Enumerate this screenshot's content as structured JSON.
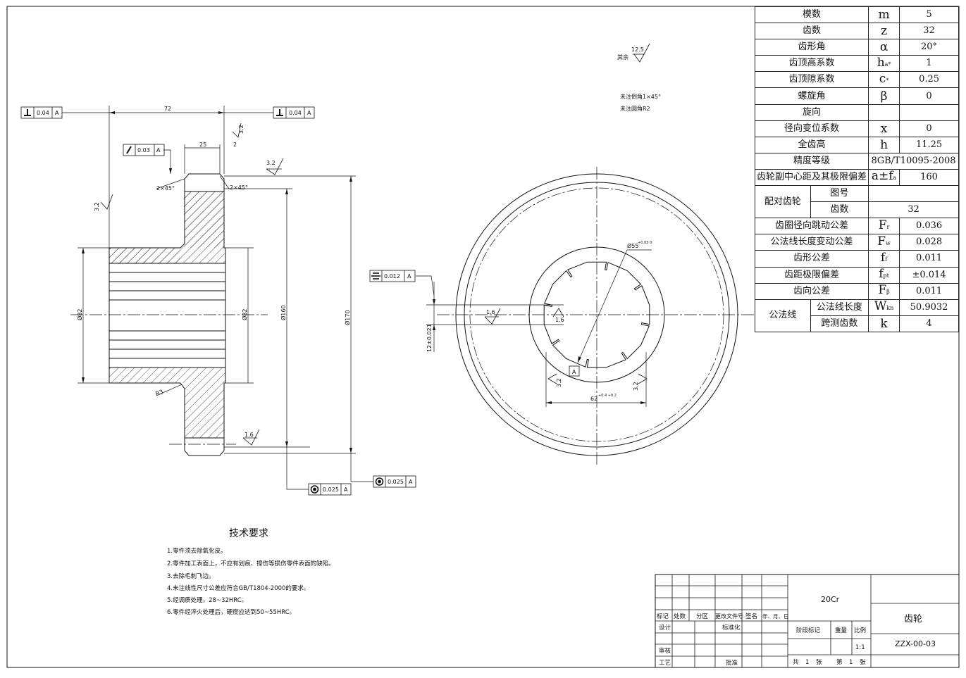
{
  "params": [
    {
      "name": "模数",
      "sym": "m",
      "val": "5"
    },
    {
      "name": "齿数",
      "sym": "z",
      "val": "32"
    },
    {
      "name": "齿形角",
      "sym": "α",
      "val": "20°"
    },
    {
      "name": "齿顶高系数",
      "sym": "h",
      "sub": "a*",
      "val": "1"
    },
    {
      "name": "齿顶隙系数",
      "sym": "c",
      "sub": "*",
      "val": "0.25"
    },
    {
      "name": "螺旋角",
      "sym": "β",
      "val": "0"
    },
    {
      "name": "旋向",
      "sym": "",
      "val": ""
    },
    {
      "name": "径向变位系数",
      "sym": "x",
      "val": "0"
    },
    {
      "name": "全齿高",
      "sym": "h",
      "val": "11.25"
    },
    {
      "name": "精度等级",
      "merged_val": "8GB/T10095-2008"
    },
    {
      "name": "齿轮副中心距及其极限偏差",
      "sym": "a±f",
      "sub": "a",
      "val": "160"
    },
    {
      "group": "配对齿轮",
      "label": "图号",
      "merged_val": ""
    },
    {
      "group": "配对齿轮",
      "label": "齿数",
      "merged_val": "32"
    },
    {
      "name": "齿圈径向跳动公差",
      "sym": "F",
      "sub": "r",
      "val": "0.036"
    },
    {
      "name": "公法线长度变动公差",
      "sym": "F",
      "sub": "w",
      "val": "0.028"
    },
    {
      "name": "齿形公差",
      "sym": "f",
      "sub": "f",
      "val": "0.011"
    },
    {
      "name": "齿距极限偏差",
      "sym": "f",
      "sub": "pt",
      "val": "±0.014"
    },
    {
      "name": "齿向公差",
      "sym": "F",
      "sub": "β",
      "val": "0.011"
    },
    {
      "group": "公法线",
      "label": "公法线长度",
      "sym": "W",
      "sub": "kn",
      "val": "50.9032"
    },
    {
      "group": "公法线",
      "label": "跨测齿数",
      "sym": "k",
      "val": "4"
    }
  ],
  "notes": {
    "roughness_other": "其余",
    "roughness_other_val": "12.5",
    "chamfer": "未注倒角1×45°",
    "fillet": "未注圆角R2"
  },
  "requirements": {
    "title": "技术要求",
    "items": [
      "1.零件须去除氧化皮。",
      "2.零件加工表面上，不应有划痕、擦伤等损伤零件表面的缺陷。",
      "3.去除毛刺飞边。",
      "4.未注线性尺寸公差应符合GB/T1804-2000的要求。",
      "5.经调质处理，28~32HRC。",
      "6.零件经淬火处理后，硬度应达到50~55HRC。"
    ]
  },
  "title_block": {
    "material": "20Cr",
    "part_name": "齿轮",
    "drawing_no": "ZZX-00-03",
    "scale": "1:1",
    "h_biaoji": "标记",
    "h_chushu": "处数",
    "h_fenqu": "分区",
    "h_genggai": "更改文件号",
    "h_qianming": "签名",
    "h_date": "年、月、日",
    "sheji": "设计",
    "biaozhunhua": "标准化",
    "shenhe": "审核",
    "gongyi": "工艺",
    "pizhun": "批准",
    "jieduan": "阶段标记",
    "zhongliang": "重量",
    "bili": "比例",
    "gong": "共",
    "zhang1": "张",
    "di": "第",
    "zhang2": "张",
    "n1": "1",
    "n2": "1"
  },
  "side_view": {
    "perp_left": "0.04",
    "perp_left_ref": "A",
    "perp_right": "0.04",
    "perp_right_ref": "A",
    "runout": "0.03",
    "runout_ref": "A",
    "dim_72": "72",
    "dim_25": "25",
    "dim_2": "2",
    "rough_32a": "3.2",
    "rough_32b": "3.2",
    "rough_32c": "3.2",
    "rough_16": "1.6",
    "chamfer_l": "2×45°",
    "chamfer_r": "2×45°",
    "d82a": "Ø82",
    "d82b": "Ø82",
    "d160": "Ø160",
    "d170": "Ø170",
    "r3": "R3",
    "circ1": "0.025",
    "circ1_ref": "A",
    "circ2": "0.025",
    "circ2_ref": "A"
  },
  "front_view": {
    "sym_tol": "0.012",
    "sym_ref": "A",
    "d55": "Ø55",
    "d55_tol": "+0.03 0",
    "rough_16a": "1.6",
    "rough_16b": "1.6",
    "rough_32a": "3.2",
    "rough_32b": "3.2",
    "datum": "A",
    "dim_12": "12±0.021",
    "dim_62": "62",
    "dim_62_tol": "+0.4 +0.2"
  }
}
